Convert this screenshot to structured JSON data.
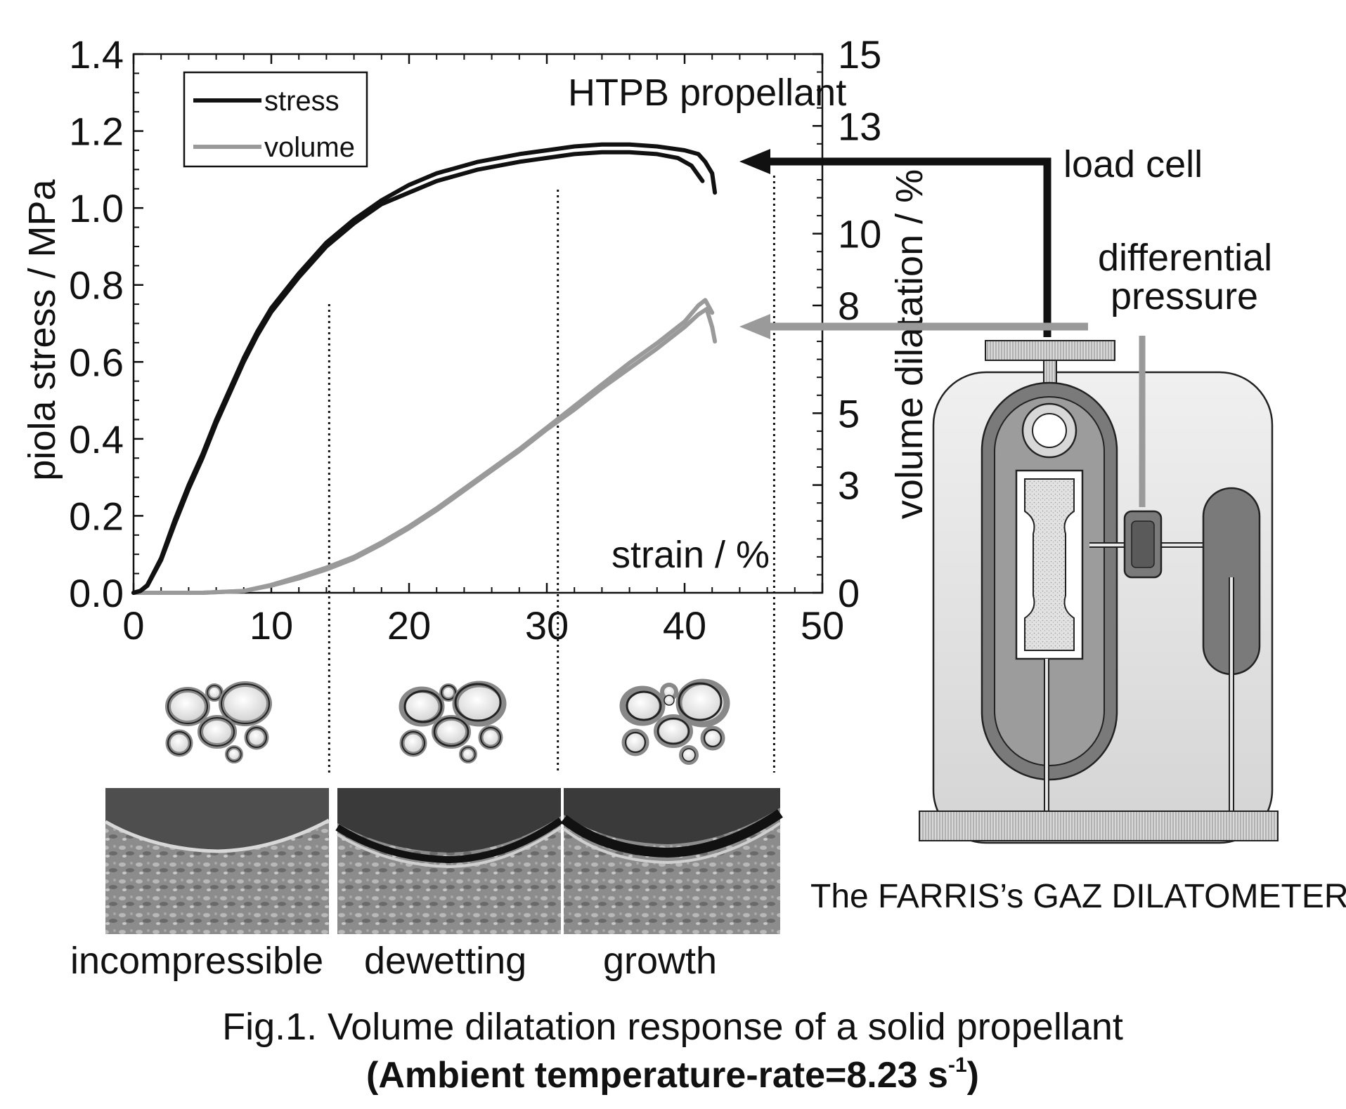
{
  "chart_data": {
    "type": "line",
    "title": "HTPB propellant",
    "xlabel": "strain / %",
    "ylabel": "piola stress / MPa",
    "y2label": "volume dilatation / %",
    "xlim": [
      0,
      50
    ],
    "ylim": [
      0,
      1.4
    ],
    "y2lim": [
      0,
      15
    ],
    "x_ticks": [
      "0",
      "10",
      "20",
      "30",
      "40",
      "50"
    ],
    "y_ticks": [
      "0.0",
      "0.2",
      "0.4",
      "0.6",
      "0.8",
      "1.0",
      "1.2",
      "1.4"
    ],
    "y2_ticks": [
      "0",
      "3",
      "5",
      "8",
      "10",
      "13",
      "15"
    ],
    "grid": false,
    "legend_position": "top-left",
    "legend": [
      "stress",
      "volume"
    ],
    "series": [
      {
        "name": "stress",
        "axis": "left",
        "color": "#111111",
        "x": [
          0,
          0.5,
          1,
          2,
          3,
          4,
          5,
          6,
          7,
          8,
          9,
          10,
          12,
          14,
          16,
          18,
          20,
          22,
          25,
          28,
          30,
          32,
          34,
          36,
          38,
          40,
          41,
          41.5,
          42,
          42.2
        ],
        "y": [
          0,
          0.005,
          0.02,
          0.09,
          0.19,
          0.28,
          0.36,
          0.45,
          0.53,
          0.61,
          0.68,
          0.74,
          0.83,
          0.91,
          0.97,
          1.02,
          1.06,
          1.09,
          1.12,
          1.14,
          1.15,
          1.16,
          1.165,
          1.165,
          1.16,
          1.15,
          1.14,
          1.12,
          1.09,
          1.04
        ]
      },
      {
        "name": "stress",
        "axis": "left",
        "color": "#111111",
        "x": [
          0,
          0.5,
          1,
          2,
          3,
          4,
          5,
          6,
          7,
          8,
          9,
          10,
          12,
          14,
          16,
          18,
          20,
          22,
          25,
          28,
          30,
          32,
          34,
          36,
          38,
          39.5,
          40.5,
          41.3
        ],
        "y": [
          0,
          0.005,
          0.018,
          0.085,
          0.18,
          0.27,
          0.35,
          0.44,
          0.52,
          0.6,
          0.67,
          0.73,
          0.82,
          0.9,
          0.96,
          1.01,
          1.04,
          1.07,
          1.1,
          1.12,
          1.13,
          1.14,
          1.145,
          1.145,
          1.14,
          1.13,
          1.11,
          1.07
        ]
      }
    ],
    "series2": [
      {
        "name": "volume",
        "axis": "right",
        "color": "#9a9a9a",
        "x": [
          0,
          5,
          8,
          10,
          12,
          14,
          16,
          18,
          20,
          22,
          24,
          26,
          28,
          30,
          32,
          34,
          36,
          38,
          40,
          41,
          41.6,
          42,
          42.2
        ],
        "y": [
          0,
          0,
          0.05,
          0.2,
          0.4,
          0.65,
          0.95,
          1.35,
          1.8,
          2.3,
          2.85,
          3.4,
          3.95,
          4.55,
          5.1,
          5.7,
          6.25,
          6.8,
          7.4,
          7.75,
          7.9,
          7.4,
          7.0
        ]
      },
      {
        "name": "volume",
        "axis": "right",
        "color": "#9a9a9a",
        "x": [
          0,
          5,
          8,
          10,
          12,
          14,
          16,
          18,
          20,
          22,
          24,
          26,
          28,
          30,
          32,
          34,
          36,
          38,
          40,
          41,
          41.5,
          42
        ],
        "y": [
          0,
          0,
          0.05,
          0.22,
          0.45,
          0.7,
          1.0,
          1.4,
          1.85,
          2.35,
          2.9,
          3.45,
          4.0,
          4.6,
          5.2,
          5.8,
          6.4,
          6.95,
          7.55,
          8.0,
          8.15,
          7.8
        ]
      }
    ],
    "dotted_markers_x": [
      14.2,
      30.8,
      46.5
    ]
  },
  "annotations": {
    "load_cell": "load cell",
    "differential_line1": "differential",
    "differential_line2": "pressure",
    "dilatometer": "The FARRIS’s GAZ DILATOMETER"
  },
  "stages": [
    "incompressible",
    "dewetting",
    "growth"
  ],
  "caption": {
    "line1": "Fig.1. Volume dilatation response of a solid propellant",
    "line2_main": "(Ambient temperature-rate=8.23 s",
    "line2_sup": "-1",
    "line2_end": ")"
  },
  "colors": {
    "stress": "#111111",
    "volume": "#9a9a9a",
    "apparatus_outer": "#e6e6e6",
    "apparatus_dark": "#7a7a7a",
    "apparatus_mid": "#9c9c9c"
  }
}
